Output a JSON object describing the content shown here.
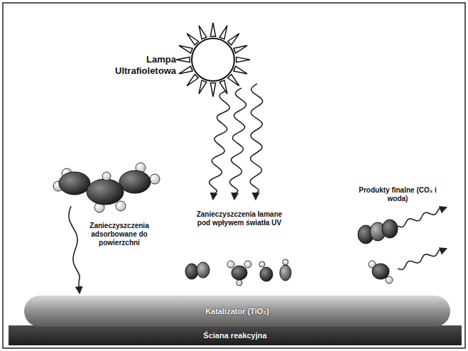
{
  "diagram": {
    "nodes": [
      {
        "text": [
          "Katalizator (TiO₂)"
        ]
      },
      {
        "text": [
          "Ściana reakcyjna"
        ]
      }
    ],
    "labels": [
      "Lampa Ultrafioletowa",
      "Zanieczyszczenia adsorbowane do powierzchni",
      "Zanieczyszczenia łamane pod wpływem światła UV",
      "Produkty finalne (CO₂ i woda)"
    ]
  }
}
